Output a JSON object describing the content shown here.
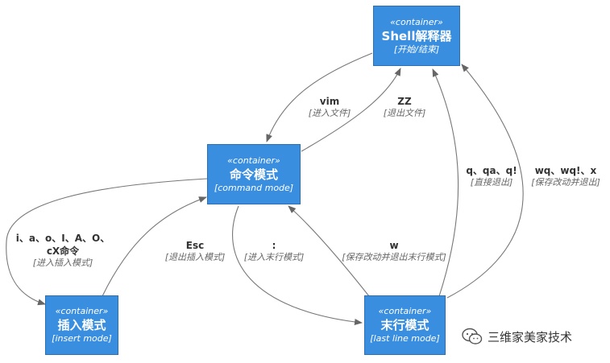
{
  "nodes": {
    "shell": {
      "stereotype": "«container»",
      "title": "Shell解释器",
      "tech": "[开始/结束]"
    },
    "command": {
      "stereotype": "«container»",
      "title": "命令模式",
      "tech": "[command mode]"
    },
    "insert": {
      "stereotype": "«container»",
      "title": "插入模式",
      "tech": "[insert mode]"
    },
    "lastline": {
      "stereotype": "«container»",
      "title": "末行模式",
      "tech": "[last line mode]"
    }
  },
  "edges": {
    "vim": {
      "name": "vim",
      "desc": "[进入文件]"
    },
    "zz": {
      "name": "ZZ",
      "desc": "[退出文件]"
    },
    "quit": {
      "name": "q、qa、q!",
      "desc": "[直接退出]"
    },
    "savequit": {
      "name": "wq、wq!、x",
      "desc": "[保存改动并退出]"
    },
    "enter_insert": {
      "name": "i、a、o、I、A、O、",
      "name2": "cX命令",
      "desc": "[进入插入模式]"
    },
    "esc": {
      "name": "Esc",
      "desc": "[退出插入模式]"
    },
    "colon": {
      "name": ":",
      "desc": "[进入末行模式]"
    },
    "write": {
      "name": "w",
      "desc": "[保存改动并退出末行模式]"
    }
  },
  "watermark": {
    "text": "三维家美家技术",
    "icon": "wechat-icon"
  },
  "colors": {
    "node_fill": "#3a8ee0",
    "node_border": "#2a6fb8",
    "edge": "#666666"
  }
}
